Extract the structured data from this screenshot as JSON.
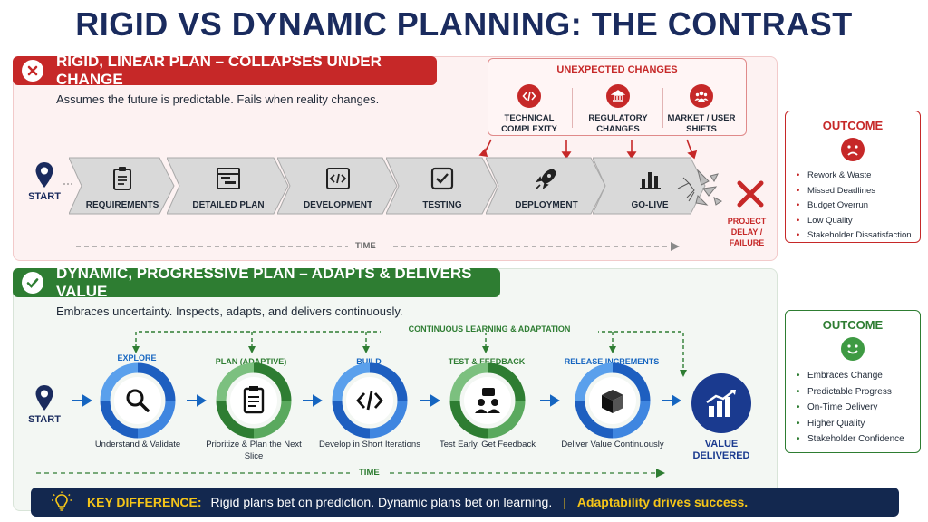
{
  "title": "RIGID VS DYNAMIC PLANNING: THE CONTRAST",
  "rigid": {
    "heading": "RIGID, LINEAR PLAN – COLLAPSES UNDER CHANGE",
    "subtitle": "Assumes the future is predictable. Fails when reality changes.",
    "start": "START",
    "steps": [
      {
        "label": "REQUIREMENTS",
        "icon": "clipboard-icon"
      },
      {
        "label": "DETAILED PLAN",
        "icon": "gantt-icon"
      },
      {
        "label": "DEVELOPMENT",
        "icon": "code-icon"
      },
      {
        "label": "TESTING",
        "icon": "checkbox-icon"
      },
      {
        "label": "DEPLOYMENT",
        "icon": "rocket-icon"
      },
      {
        "label": "GO-LIVE",
        "icon": "bar-chart-icon"
      }
    ],
    "time": "TIME",
    "failure": "PROJECT DELAY / FAILURE",
    "changes": {
      "title": "UNEXPECTED CHANGES",
      "items": [
        {
          "label": "TECHNICAL COMPLEXITY",
          "icon": "code-icon"
        },
        {
          "label": "REGULATORY CHANGES",
          "icon": "bank-icon"
        },
        {
          "label": "MARKET / USER SHIFTS",
          "icon": "users-icon"
        }
      ]
    },
    "outcome": {
      "title": "OUTCOME",
      "items": [
        "Rework & Waste",
        "Missed Deadlines",
        "Budget Overrun",
        "Low Quality",
        "Stakeholder Dissatisfaction"
      ]
    }
  },
  "dynamic": {
    "heading": "DYNAMIC, PROGRESSIVE PLAN – ADAPTS & DELIVERS VALUE",
    "subtitle": "Embraces uncertainty. Inspects, adapts, and delivers continuously.",
    "start": "START",
    "loop": "CONTINUOUS LEARNING & ADAPTATION",
    "stages": [
      {
        "title": "EXPLORE",
        "desc": "Understand & Validate",
        "icon": "search-icon",
        "color": "blue"
      },
      {
        "title": "PLAN (ADAPTIVE)",
        "desc": "Prioritize & Plan the Next Slice",
        "icon": "checklist-icon",
        "color": "green"
      },
      {
        "title": "BUILD",
        "desc": "Develop in Short Iterations",
        "icon": "code-icon",
        "color": "blue"
      },
      {
        "title": "TEST & FEEDBACK",
        "desc": "Test Early, Get Feedback",
        "icon": "feedback-icon",
        "color": "green"
      },
      {
        "title": "RELEASE INCREMENTS",
        "desc": "Deliver Value Continuously",
        "icon": "box-icon",
        "color": "blue"
      }
    ],
    "value": "VALUE DELIVERED",
    "time": "TIME",
    "outcome": {
      "title": "OUTCOME",
      "items": [
        "Embraces Change",
        "Predictable Progress",
        "On-Time Delivery",
        "Higher Quality",
        "Stakeholder Confidence"
      ]
    }
  },
  "key_difference": {
    "label": "KEY DIFFERENCE:",
    "text": "Rigid plans bet on prediction. Dynamic plans bet on learning.",
    "separator": "|",
    "highlight": "Adaptability drives success."
  },
  "colors": {
    "navy": "#1a2b5e",
    "red": "#c62828",
    "green": "#2e7d32",
    "blue": "#1565c0",
    "gold": "#f5c518"
  }
}
